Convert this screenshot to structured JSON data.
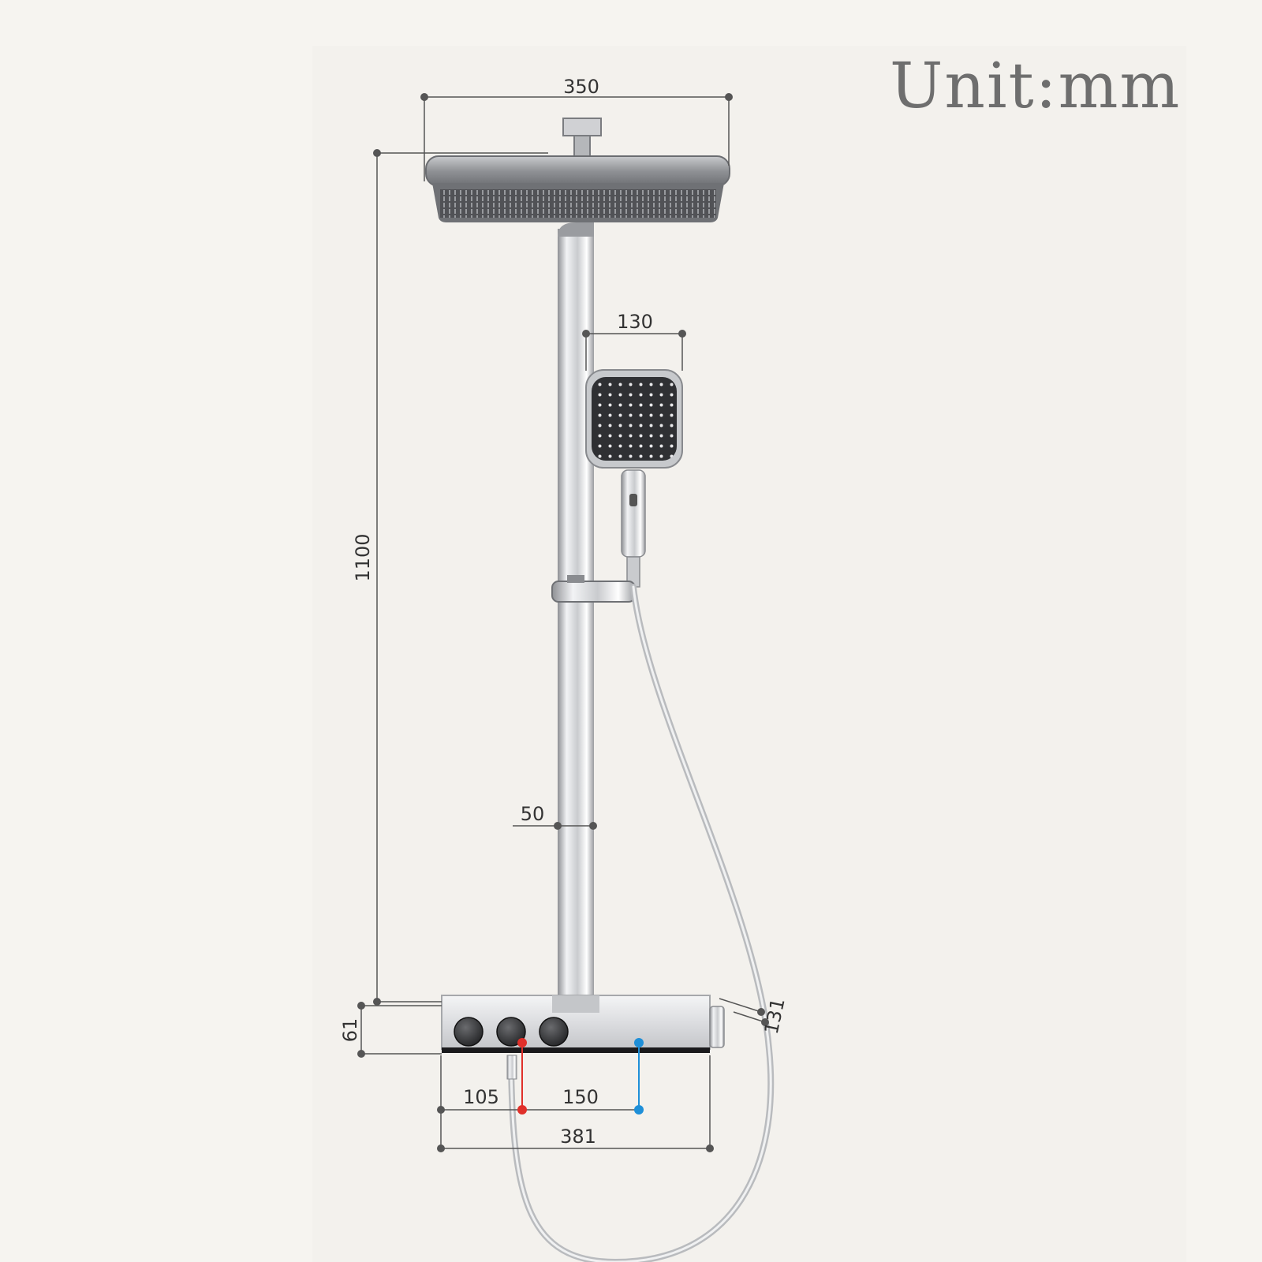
{
  "unit_label": "Unit:mm",
  "dimensions": {
    "head_width": "350",
    "handheld_width": "130",
    "total_height": "1100",
    "pipe_width": "50",
    "panel_height": "61",
    "panel_depth": "131",
    "hot_offset": "105",
    "inlet_spacing": "150",
    "panel_width": "381"
  },
  "colors": {
    "background": "#f6f4f0",
    "dimension_line": "#555555",
    "hot_marker": "#e0302a",
    "cold_marker": "#1e8fd8",
    "chrome": "#d9dadc",
    "dark_grey": "#4a4a4c"
  }
}
